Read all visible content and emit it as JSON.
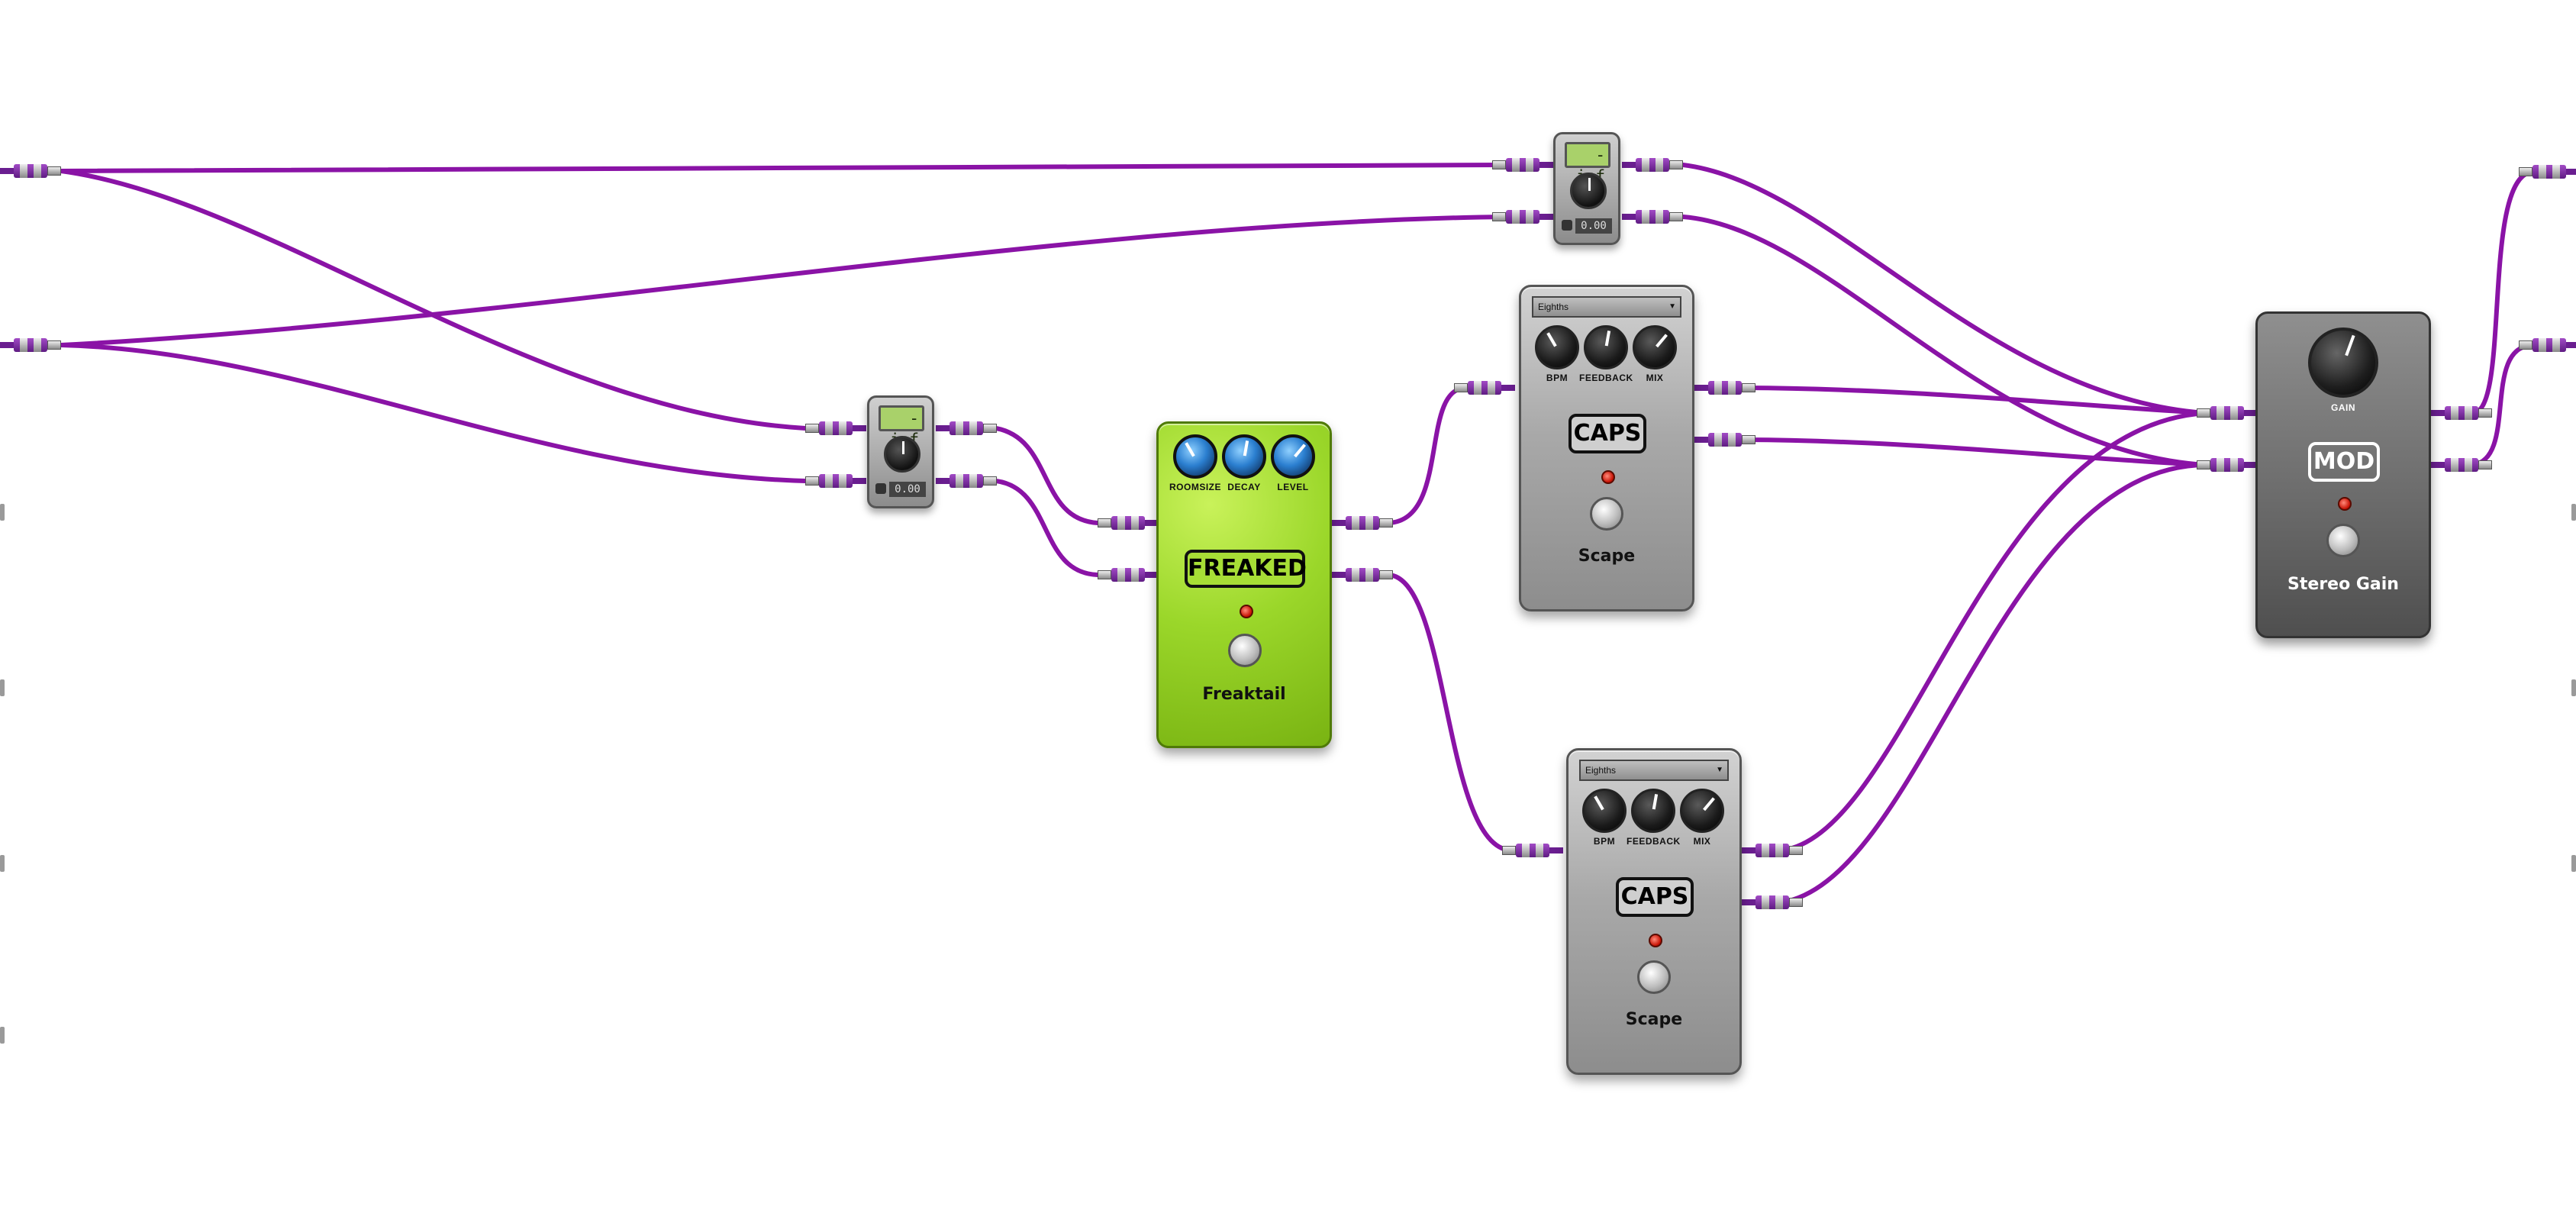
{
  "colors": {
    "cable": "#8a13a6",
    "cable_dark": "#5e1b82",
    "background": "#ffffff"
  },
  "gain_top": {
    "display": "-inf",
    "value": "0.00"
  },
  "gain_mid": {
    "display": "-inf",
    "value": "0.00"
  },
  "freaktail": {
    "knobs": [
      "ROOMSIZE",
      "DECAY",
      "LEVEL"
    ],
    "logo": "FREAKED",
    "name": "Freaktail"
  },
  "scape_top": {
    "select": "Eighths",
    "knobs": [
      "BPM",
      "FEEDBACK",
      "MIX"
    ],
    "logo": "CAPS",
    "name": "Scape"
  },
  "scape_bottom": {
    "select": "Eighths",
    "knobs": [
      "BPM",
      "FEEDBACK",
      "MIX"
    ],
    "logo": "CAPS",
    "name": "Scape"
  },
  "stereo_gain": {
    "knob_label": "GAIN",
    "logo": "MOD",
    "name": "Stereo Gain"
  }
}
